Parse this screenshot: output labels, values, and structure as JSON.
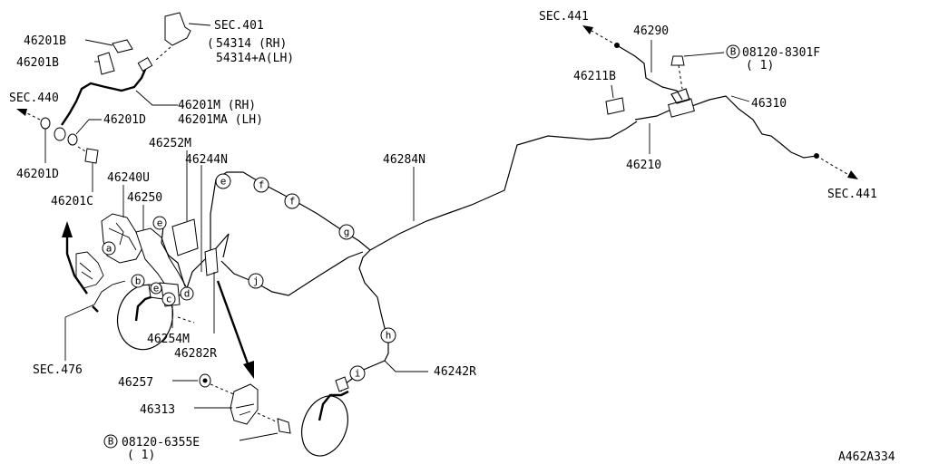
{
  "diagram_id": "A462A334",
  "labels": {
    "p46201B_top": "46201B",
    "p46201B_mid": "46201B",
    "sec401": "SEC.401",
    "p54314_rh": "54314   (RH)",
    "p54314_lh": "54314+A(LH)",
    "sec440": "SEC.440",
    "p46201M": "46201M  (RH)",
    "p46201MA": "46201MA (LH)",
    "p46201D_up": "46201D",
    "p46201D_low": "46201D",
    "p46201C": "46201C",
    "p46252M": "46252M",
    "p46244N": "46244N",
    "p46240U": "46240U",
    "p46250": "46250",
    "p46284N": "46284N",
    "sec441_top": "SEC.441",
    "p46290": "46290",
    "bolt_top": "08120-8301F",
    "bolt_top_qty": "( 1)",
    "p46211B": "46211B",
    "p46310": "46310",
    "p46210": "46210",
    "sec441_right": "SEC.441",
    "sec476": "SEC.476",
    "p46254M": "46254M",
    "p46282R": "46282R",
    "p46242R": "46242R",
    "p46257": "46257",
    "p46313": "46313",
    "bolt_bottom": "08120-6355E",
    "bolt_bottom_qty": "( 1)",
    "bolt_marker": "B"
  },
  "connector_letters": {
    "a": "a",
    "b": "b",
    "c": "c",
    "d": "d",
    "e": "e",
    "e2": "e",
    "f": "f",
    "g": "g",
    "h": "h",
    "i": "i",
    "j": "j"
  },
  "colors": {
    "ink": "#000000",
    "paper": "#ffffff"
  }
}
